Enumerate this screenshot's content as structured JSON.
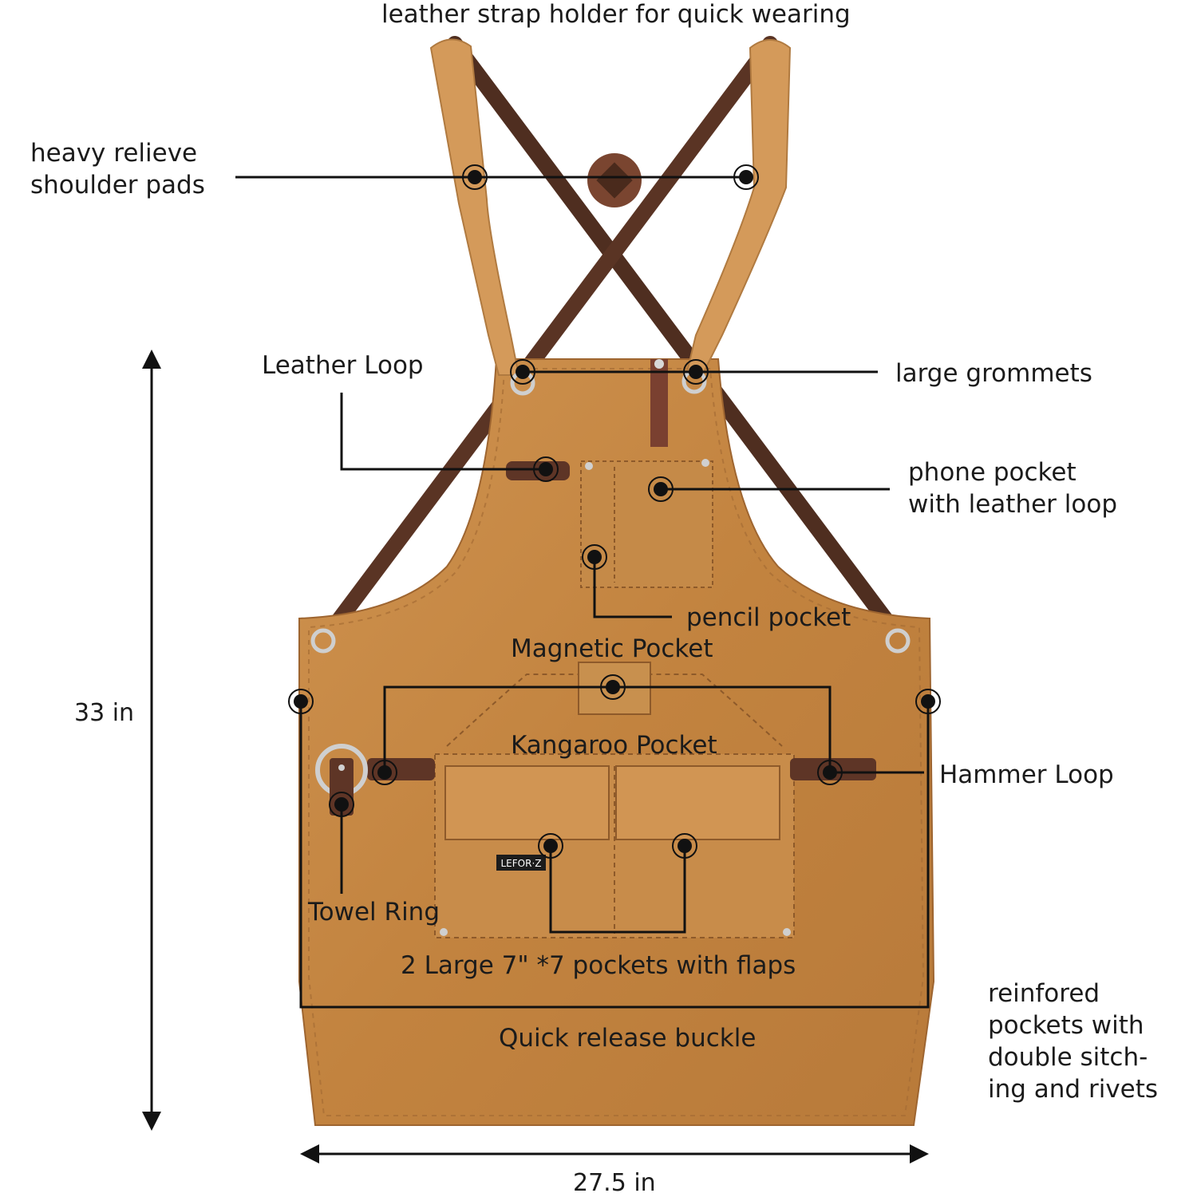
{
  "colors": {
    "canvas": "#c98a45",
    "canvas_shade": "#b57638",
    "pad": "#d49a5a",
    "strap": "#5a3424",
    "leather": "#6a3d28",
    "callout": "#111111",
    "text": "#1b1b1b"
  },
  "brand_tag": "LEFOR·Z",
  "labels": {
    "strap_holder": "leather strap holder for quick wearing",
    "shoulder_pads": "heavy relieve\nshoulder pads",
    "leather_loop": "Leather Loop",
    "grommets": "large grommets",
    "phone_pocket": "phone pocket\nwith leather loop",
    "pencil_pocket": "pencil pocket",
    "magnetic_pocket": "Magnetic Pocket",
    "kangaroo_pocket": "Kangaroo Pocket",
    "hammer_loop": "Hammer Loop",
    "towel_ring": "Towel Ring",
    "large_pockets": "2 Large 7\"  *7 pockets with flaps",
    "reinforced": "reinfored\npockets with\ndouble sitch-\ning and rivets",
    "buckle": "Quick release buckle"
  },
  "dimensions": {
    "height": "33 in",
    "width": "27.5 in"
  }
}
